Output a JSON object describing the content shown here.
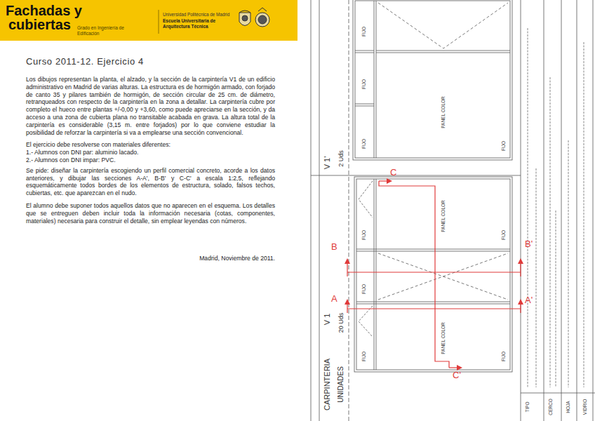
{
  "diagram": {
    "title": "Curso 2011-12. Ejercicio 4",
    "labels": [
      "Fachadas y",
      "cubiertas",
      "Grado en Ingeniería de Edificación",
      "Universidad Politécnica de Madrid",
      "Escuela Universitaria de Arquitectura Técnica",
      "Los dibujos representan la planta, el alzado, y la sección de la carpintería V1 de un edificio administrativo en Madrid de varias alturas. La estructura es de hormigón armado, con forjado de canto 35 y pilares también de hormigón, de sección circular de 25 cm. de diámetro, retranqueados con respecto de la carpintería en la zona a detallar. La carpintería cubre por completo el hueco entre plantas +/-0,00 y +3,60, como puede apreciarse en la sección, y da acceso a una zona de cubierta plana no transitable acabada en grava. La altura total de la carpintería es considerable (3,15 m. entre forjados) por lo que conviene estudiar la posibilidad de reforzar la carpintería si va a emplearse una sección convencional.",
      "El ejercicio debe resolverse con materiales diferentes:",
      "1.- Alumnos con DNI par: aluminio lacado.",
      "2.- Alumnos con DNI impar: PVC.",
      "Se pide: diseñar la carpintería escogiendo un perfil comercial concreto, acorde a los datos anteriores, y dibujar las secciones A-A', B-B' y C-C' a escala 1:2,5, reflejando esquemáticamente todos bordes de los elementos de estructura, solado, falsos techos, cubiertas, etc. que aparezcan en el nudo.",
      "El alumno debe suponer todos aquellos datos que no aparecen en el esquema. Los detalles que se entreguen deben incluir toda la información necesaria (cotas, componentes, materiales) necesaria para construir el detalle, sin emplear leyendas con números.",
      "Madrid, Noviembre de 2011.",
      "CARPINTERIA",
      "UNIDADES",
      "V 1",
      "20 Uds",
      "V 1'",
      "2 Uds",
      "FIJO",
      "FIJO",
      "FIJO",
      "PANEL COLOR",
      "FIJO",
      "FIJO",
      "PANEL COLOR",
      "FIJO",
      "FIJO",
      "FIJO",
      "PANEL COLOR",
      "FIJO",
      "TIPO",
      "CERCO",
      "HOJA",
      "VIDRIO",
      "A",
      "A'",
      "B",
      "B'",
      "C",
      "C'"
    ]
  }
}
